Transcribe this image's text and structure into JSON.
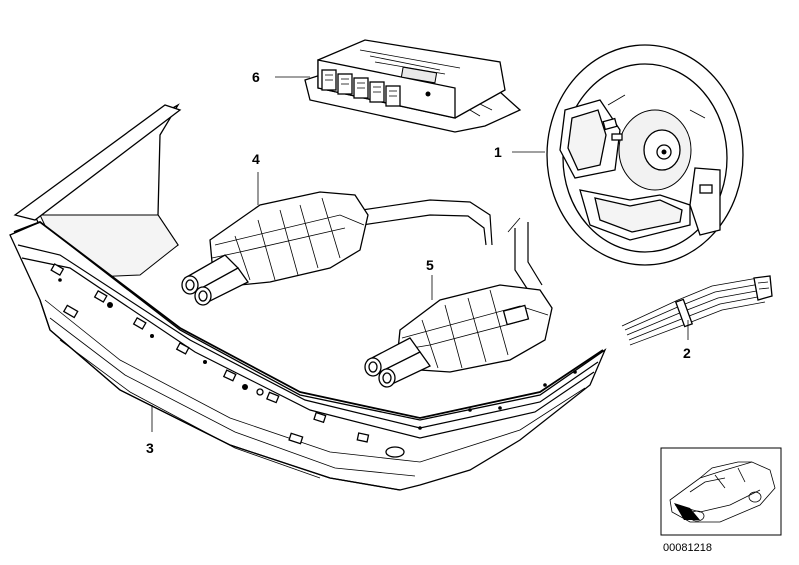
{
  "callouts": {
    "c1": "1",
    "c2": "2",
    "c3": "3",
    "c4": "4",
    "c5": "5",
    "c6": "6"
  },
  "part_number": "00081218",
  "colors": {
    "line": "#000000",
    "background": "#ffffff",
    "inset_border": "#000000"
  }
}
